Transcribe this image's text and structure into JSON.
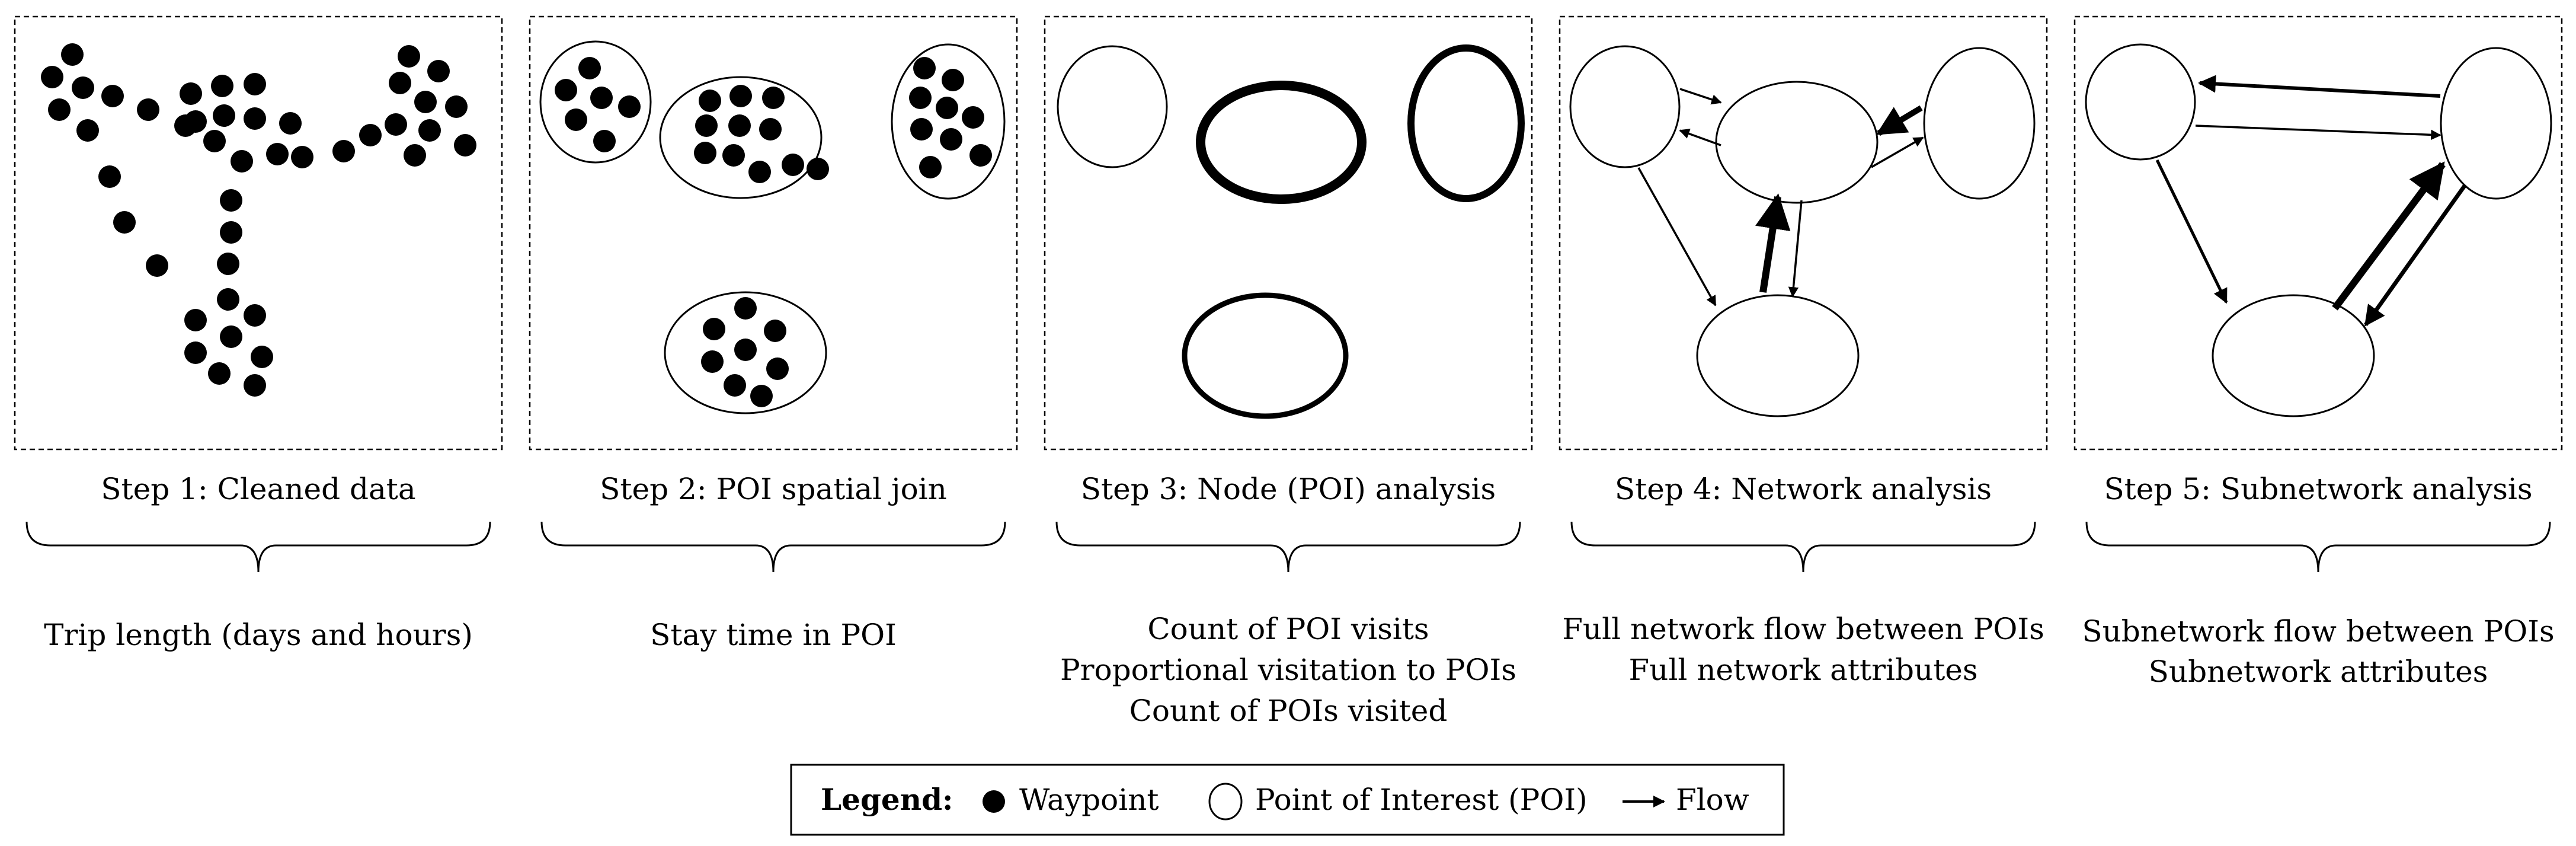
{
  "steps": [
    {
      "label": "Step 1: Cleaned data",
      "metrics": [
        "Trip length (days and hours)"
      ]
    },
    {
      "label": "Step 2: POI spatial join",
      "metrics": [
        "Stay time in POI"
      ]
    },
    {
      "label": "Step 3: Node (POI) analysis",
      "metrics": [
        "Count of POI visits",
        "Proportional visitation to POIs",
        "Count of POIs visited"
      ]
    },
    {
      "label": "Step 4: Network analysis",
      "metrics": [
        "Full network flow between POIs",
        "Full network attributes"
      ]
    },
    {
      "label": "Step 5: Subnetwork analysis",
      "metrics": [
        "Subnetwork flow between POIs",
        "Subnetwork attributes"
      ]
    }
  ],
  "legend": {
    "title": "Legend:",
    "items": [
      {
        "icon": "waypoint-dot-icon",
        "label": "Waypoint"
      },
      {
        "icon": "poi-circle-icon",
        "label": "Point of Interest (POI)"
      },
      {
        "icon": "flow-arrow-icon",
        "label": "Flow"
      }
    ]
  }
}
